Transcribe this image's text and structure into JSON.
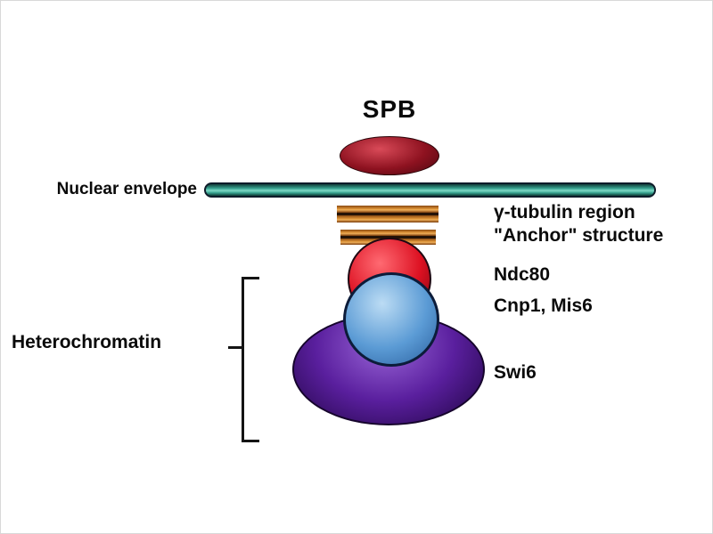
{
  "figure": {
    "spb_label": "SPB",
    "nuclear_envelope_label": "Nuclear envelope",
    "gamma_tubulin_label": "γ-tubulin region",
    "anchor_label": "\"Anchor\" structure",
    "ndc80_label": "Ndc80",
    "cnp1_label": "Cnp1, Mis6",
    "swi6_label": "Swi6",
    "heterochromatin_label": "Heterochromatin",
    "colors": {
      "spb": "#8e1220",
      "envelope": "#35a08e",
      "anchor": "#d98f34",
      "ndc80": "#dd1122",
      "cnp1": "#5b9bd5",
      "swi6": "#5a1f9e"
    }
  }
}
